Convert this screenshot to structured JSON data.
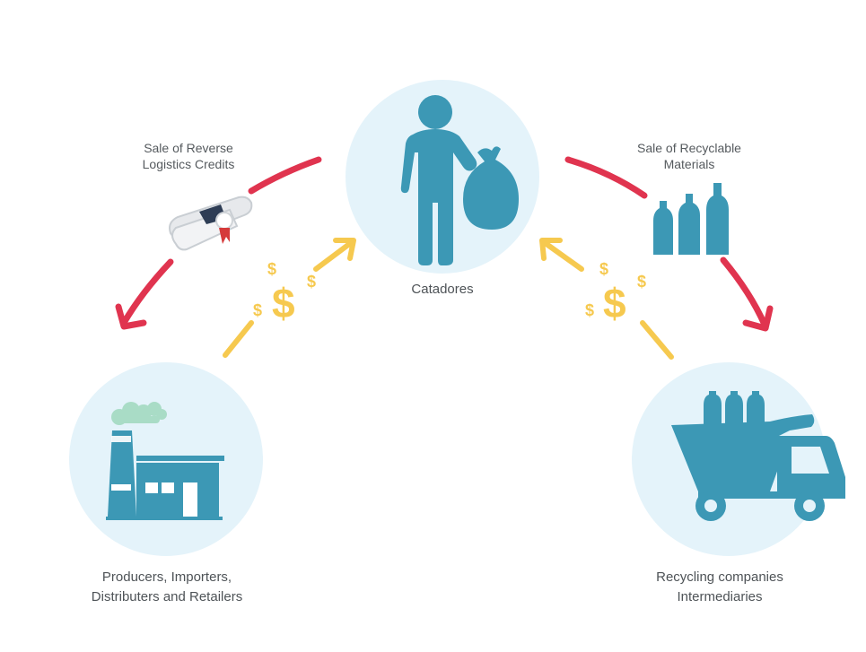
{
  "nodes": {
    "catadores": {
      "label": "Catadores"
    },
    "producers": {
      "line1": "Producers, Importers,",
      "line2": "Distributers and Retailers"
    },
    "recyclers": {
      "line1": "Recycling companies",
      "line2": "Intermediaries"
    }
  },
  "flows": {
    "credits": {
      "line1": "Sale of Reverse",
      "line2": "Logistics Credits"
    },
    "materials": {
      "line1": "Sale of Recyclable",
      "line2": "Materials"
    }
  },
  "currency_symbol": "$",
  "colors": {
    "circle_fill": "#e4f3fa",
    "icon_teal": "#3c98b5",
    "arrow_red": "#e0344f",
    "arrow_yellow": "#f6c94f",
    "smoke": "#a9dcc6"
  },
  "icons": [
    "person-with-bag-icon",
    "factory-icon",
    "garbage-truck-icon",
    "certificate-scroll-icon",
    "bottles-icon",
    "dollar-icon"
  ]
}
